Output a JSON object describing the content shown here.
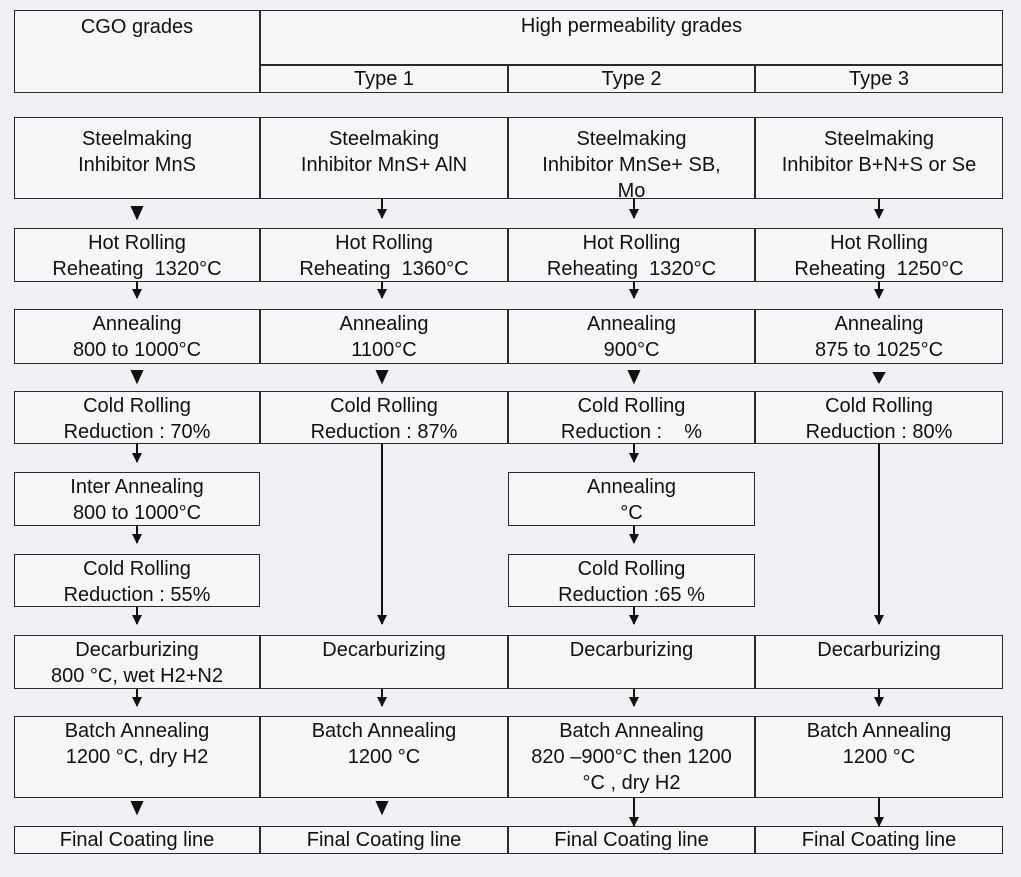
{
  "header": {
    "cgo": "CGO grades",
    "high_perm": "High permeability grades",
    "types": [
      "Type 1",
      "Type 2",
      "Type 3"
    ]
  },
  "columns": [
    {
      "name": "cgo",
      "steps": [
        {
          "line1": "Steelmaking",
          "line2": "Inhibitor MnS",
          "line3": ""
        },
        {
          "line1": "Hot Rolling",
          "line2": "Reheating  1320°C",
          "line3": ""
        },
        {
          "line1": "Annealing",
          "line2": "800 to 1000°C",
          "line3": ""
        },
        {
          "line1": "Cold Rolling",
          "line2": "Reduction : 70%",
          "line3": ""
        },
        {
          "line1": "Inter Annealing",
          "line2": "800 to 1000°C",
          "line3": ""
        },
        {
          "line1": "Cold Rolling",
          "line2": "Reduction : 55%",
          "line3": ""
        },
        {
          "line1": "Decarburizing",
          "line2": "800 °C, wet H2+N2",
          "line3": ""
        },
        {
          "line1": "Batch Annealing",
          "line2": "1200 °C, dry H2",
          "line3": ""
        },
        {
          "line1": "Final Coating line",
          "line2": "",
          "line3": ""
        }
      ]
    },
    {
      "name": "type1",
      "steps": [
        {
          "line1": "Steelmaking",
          "line2": "Inhibitor MnS+ AlN",
          "line3": ""
        },
        {
          "line1": "Hot Rolling",
          "line2": "Reheating  1360°C",
          "line3": ""
        },
        {
          "line1": "Annealing",
          "line2": "1100°C",
          "line3": ""
        },
        {
          "line1": "Cold Rolling",
          "line2": "Reduction : 87%",
          "line3": ""
        },
        {
          "line1": "Decarburizing",
          "line2": "",
          "line3": ""
        },
        {
          "line1": "Batch Annealing",
          "line2": "1200 °C",
          "line3": ""
        },
        {
          "line1": "Final Coating line",
          "line2": "",
          "line3": ""
        }
      ]
    },
    {
      "name": "type2",
      "steps": [
        {
          "line1": "Steelmaking",
          "line2": "Inhibitor MnSe+ SB,",
          "line3": "Mo"
        },
        {
          "line1": "Hot Rolling",
          "line2": "Reheating  1320°C",
          "line3": ""
        },
        {
          "line1": "Annealing",
          "line2": "900°C",
          "line3": ""
        },
        {
          "line1": "Cold Rolling",
          "line2": "Reduction :    %",
          "line3": ""
        },
        {
          "line1": "Annealing",
          "line2": "°C",
          "line3": ""
        },
        {
          "line1": "Cold Rolling",
          "line2": "Reduction :65 %",
          "line3": ""
        },
        {
          "line1": "Decarburizing",
          "line2": "",
          "line3": ""
        },
        {
          "line1": "Batch Annealing",
          "line2": "820 –900°C then 1200",
          "line3": "°C , dry H2"
        },
        {
          "line1": "Final Coating line",
          "line2": "",
          "line3": ""
        }
      ]
    },
    {
      "name": "type3",
      "steps": [
        {
          "line1": "Steelmaking",
          "line2": "Inhibitor B+N+S or Se",
          "line3": ""
        },
        {
          "line1": "Hot Rolling",
          "line2": "Reheating  1250°C",
          "line3": ""
        },
        {
          "line1": "Annealing",
          "line2": "875 to 1025°C",
          "line3": ""
        },
        {
          "line1": "Cold Rolling",
          "line2": "Reduction : 80%",
          "line3": ""
        },
        {
          "line1": "Decarburizing",
          "line2": "",
          "line3": ""
        },
        {
          "line1": "Batch Annealing",
          "line2": "1200 °C",
          "line3": ""
        },
        {
          "line1": "Final Coating line",
          "line2": "",
          "line3": ""
        }
      ]
    }
  ]
}
